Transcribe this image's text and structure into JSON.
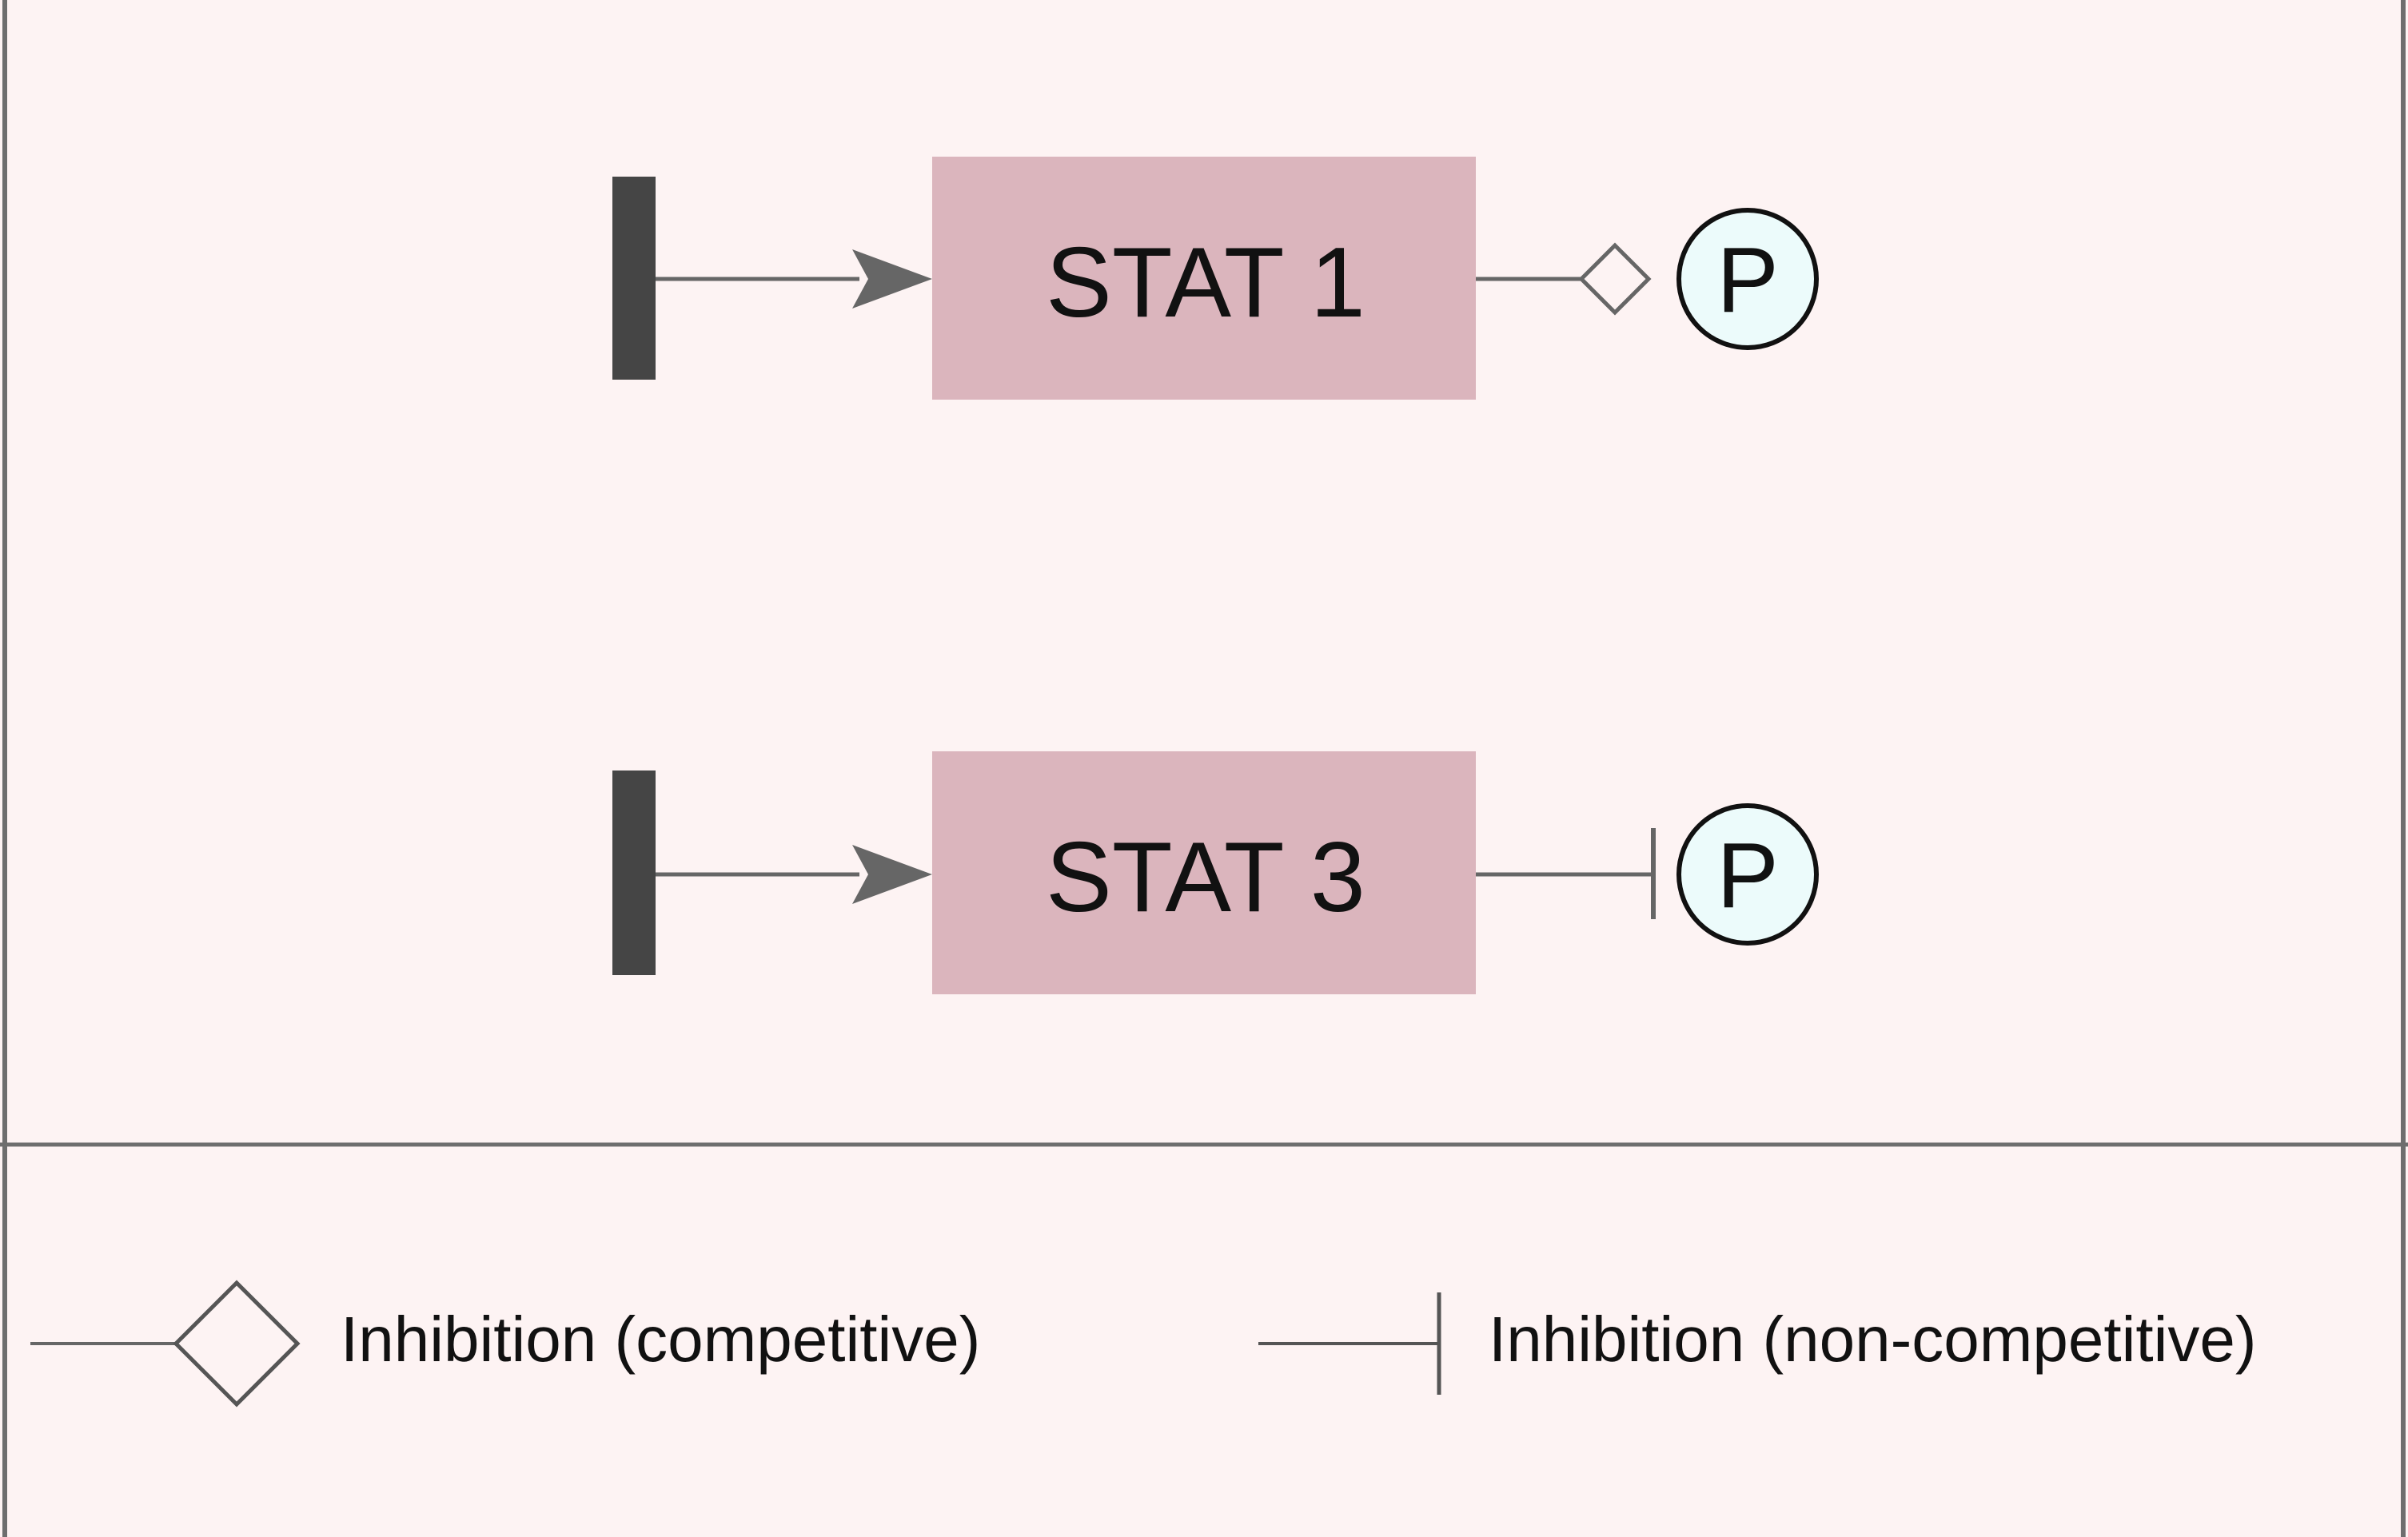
{
  "colors": {
    "background": "#fdf3f3",
    "border": "#6e6e6e",
    "node_fill": "#dbb5bd",
    "source_bar": "#454545",
    "edge": "#666666",
    "phospho_fill": "#ecfbfb",
    "text": "#111111"
  },
  "diagram": {
    "pathways": [
      {
        "node_label": "STAT 1",
        "inhibition_type": "competitive",
        "target_label": "P"
      },
      {
        "node_label": "STAT 3",
        "inhibition_type": "non-competitive",
        "target_label": "P"
      }
    ]
  },
  "legend": {
    "items": [
      {
        "symbol": "open-diamond",
        "label": "Inhibition (competitive)"
      },
      {
        "symbol": "tee-bar",
        "label": "Inhibition (non-competitive)"
      }
    ]
  }
}
